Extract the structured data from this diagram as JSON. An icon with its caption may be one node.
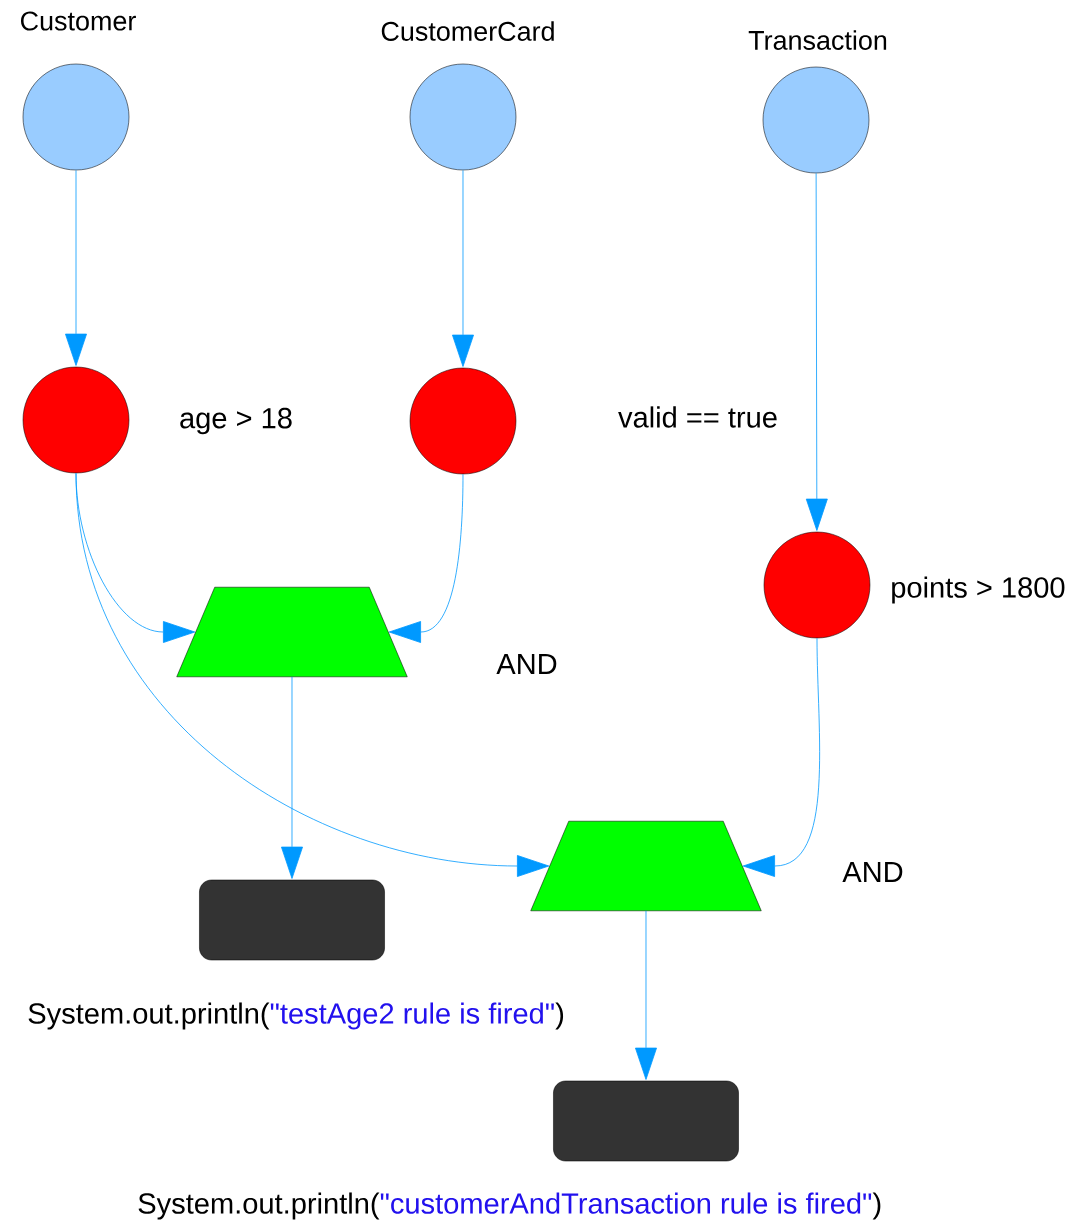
{
  "diagram": {
    "nodes": [
      {
        "text": [
          "Customer"
        ]
      },
      {
        "text": [
          "CustomerCard"
        ]
      },
      {
        "text": [
          "Transaction"
        ]
      },
      {
        "text": [],
        "shape": "circle",
        "beside": [
          "age > 18"
        ]
      },
      {
        "text": [],
        "shape": "circle",
        "beside": [
          "valid == true"
        ]
      },
      {
        "text": [],
        "shape": "circle",
        "beside": [
          "points > 1800"
        ]
      },
      {
        "text": [],
        "shape": "trapezoid",
        "beside": [
          "AND"
        ]
      },
      {
        "text": [],
        "shape": "trapezoid",
        "beside": [
          "AND"
        ]
      },
      {
        "text": [],
        "shape": "box",
        "beside": [
          "System.out.println(",
          "\"testAge2 rule is fired\"",
          ")"
        ]
      },
      {
        "text": [],
        "shape": "box",
        "beside": [
          "System.out.println(",
          "\"customerAndTransaction rule is fired\"",
          ")"
        ]
      }
    ],
    "edges": [
      {
        "from": 0,
        "to": 3,
        "arrow": "to"
      },
      {
        "from": 1,
        "to": 4,
        "arrow": "to"
      },
      {
        "from": 2,
        "to": 5,
        "arrow": "to"
      },
      {
        "from": 3,
        "to": 6,
        "arrow": "to"
      },
      {
        "from": 4,
        "to": 6,
        "arrow": "to"
      },
      {
        "from": 3,
        "to": 7,
        "arrow": "to"
      },
      {
        "from": 5,
        "to": 7,
        "arrow": "to"
      },
      {
        "from": 6,
        "to": 8,
        "arrow": "to"
      },
      {
        "from": 7,
        "to": 9,
        "arrow": "to"
      }
    ]
  }
}
